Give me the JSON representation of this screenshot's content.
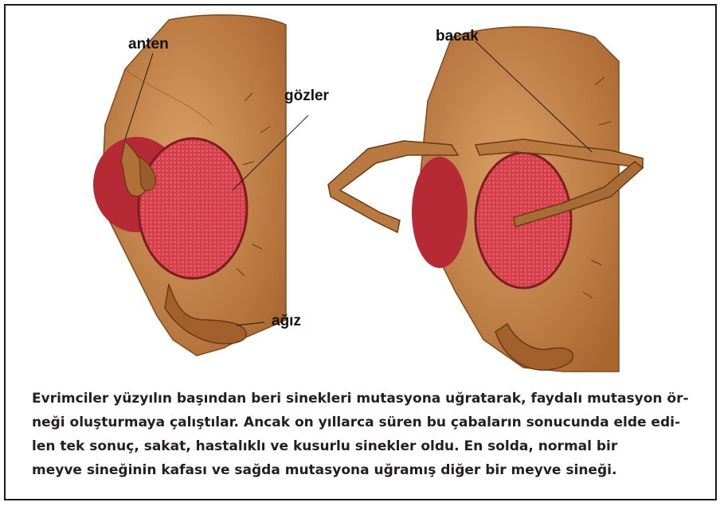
{
  "labels": {
    "anten": "anten",
    "gozler": "gözler",
    "agiz": "ağız",
    "bacak": "bacak"
  },
  "caption": {
    "lines": [
      "Evrimciler yüzyılın başından beri sinekleri mutasyona uğratarak, faydalı mutasyon ör-",
      "neği oluşturmaya çalıştılar. Ancak on yıllarca süren bu çabaların sonucunda elde edi-",
      "len tek sonuç, sakat, hastalıklı ve kusurlu sinekler oldu. En solda, normal bir",
      "meyve sineğinin kafası ve sağda mutasyona uğramış diğer bir meyve sineği."
    ]
  },
  "colors": {
    "head": "#c98a4a",
    "head_dark": "#8a5226",
    "eye": "#d9434f",
    "eye_dark": "#a6202c",
    "text": "#231f20"
  }
}
